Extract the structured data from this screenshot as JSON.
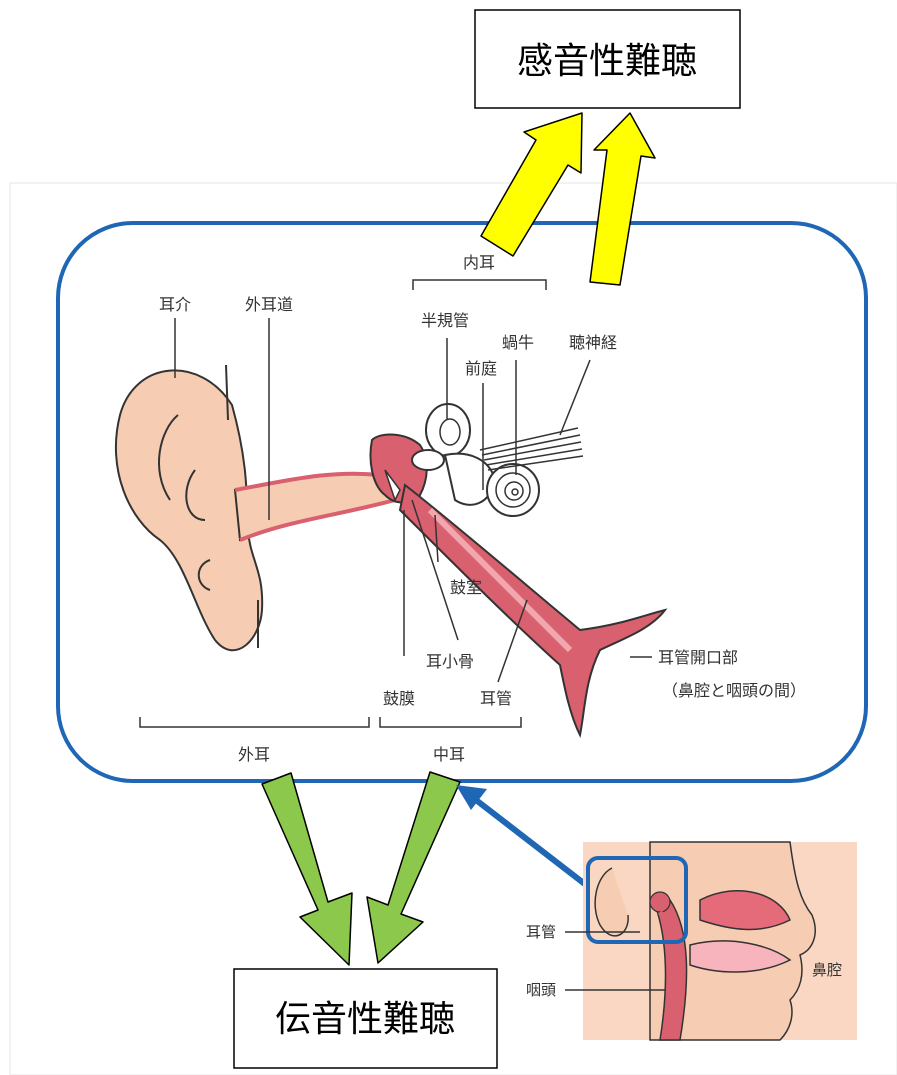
{
  "boxes": {
    "sensorineural": "感音性難聴",
    "conductive": "伝音性難聴"
  },
  "ear_labels": {
    "inner_ear": "内耳",
    "pinna": "耳介",
    "ear_canal": "外耳道",
    "semicircular_canals": "半規管",
    "cochlea": "蝸牛",
    "auditory_nerve": "聴神経",
    "vestibule": "前庭",
    "tympanic_cavity": "鼓室",
    "ossicles": "耳小骨",
    "eardrum": "鼓膜",
    "eustachian_tube": "耳管",
    "tube_opening": "耳管開口部",
    "tube_opening_note": "（鼻腔と咽頭の間）",
    "outer_ear": "外耳",
    "middle_ear": "中耳"
  },
  "inset_labels": {
    "eustachian_tube": "耳管",
    "pharynx": "咽頭",
    "nasal_cavity": "鼻腔"
  },
  "colors": {
    "frame_blue": "#1f66b5",
    "yellow_arrow": "#ffff00",
    "green_arrow": "#8cc84b",
    "skin": "#f6cdb3",
    "canal_red": "#d9606e",
    "inset_bg": "#f9d7c3"
  }
}
